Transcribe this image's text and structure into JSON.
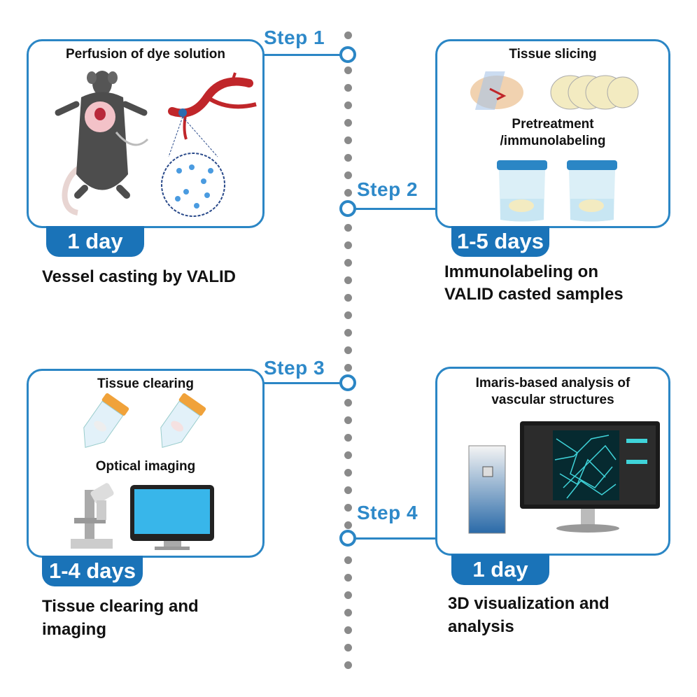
{
  "steps": [
    {
      "label": "Step 1"
    },
    {
      "label": "Step 2"
    },
    {
      "label": "Step 3"
    },
    {
      "label": "Step 4"
    }
  ],
  "panel1": {
    "title": "Perfusion of dye solution",
    "duration": "1 day",
    "caption": "Vessel casting by VALID"
  },
  "panel2": {
    "title_a": "Tissue slicing",
    "title_b_line1": "Pretreatment",
    "title_b_line2": "/immunolabeling",
    "duration": "1-5 days",
    "caption_line1": "Immunolabeling on",
    "caption_line2": "VALID casted samples"
  },
  "panel3": {
    "title_a": "Tissue clearing",
    "title_b": "Optical imaging",
    "duration": "1-4 days",
    "caption_line1": "Tissue clearing and",
    "caption_line2": "imaging"
  },
  "panel4": {
    "title_line1": "Imaris-based analysis of",
    "title_line2": "vascular structures",
    "duration": "1 day",
    "caption_line1": "3D visualization and",
    "caption_line2": "analysis"
  },
  "colors": {
    "accent": "#2b86c5",
    "badge": "#1a73b8",
    "timeline_dot": "#8a8a8a"
  }
}
